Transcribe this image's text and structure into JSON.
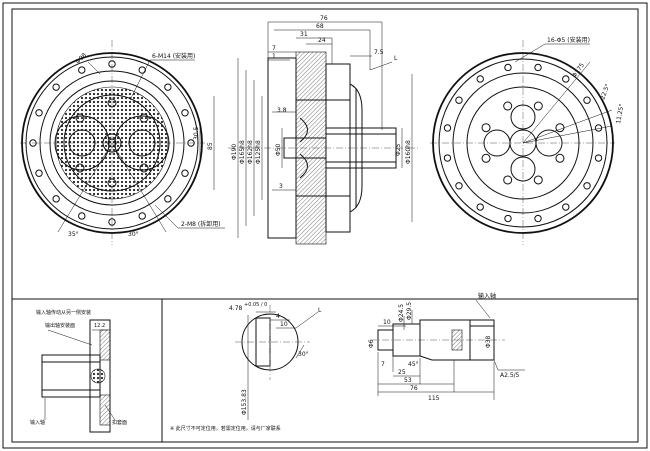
{
  "front_view": {
    "hole_label": "6-M14 (安装用)",
    "dia_label": "Φ98",
    "angle_left": "35°",
    "angle_right": "30°",
    "dim_30_5": "30.5",
    "dim_85": "85",
    "bottom_label": "2-M8 (拆卸用)"
  },
  "side_view": {
    "top_dims": [
      "76",
      "68",
      "31",
      "24",
      "7",
      "1",
      "7.5"
    ],
    "mid_dims": [
      "3.8",
      "3"
    ],
    "vertical_dims": [
      "Φ190",
      "Φ165h8",
      "Φ162h8",
      "Φ125h8",
      "Φ50",
      "Φ25",
      "Φ160h8"
    ],
    "leader": "L"
  },
  "rear_view": {
    "hole_label": "16-Φ5 (安装用)",
    "dia_label": "Φ175",
    "angle_1": "22.5°",
    "angle_2": "11.25°"
  },
  "inset_box": {
    "title": "输入轴传动从另一侧安装",
    "label_2": "输出轴安装面",
    "dim": "12.2",
    "input_label": "输入轴",
    "bottom_label": "扣套面"
  },
  "detail_view": {
    "dim_top": "4.78",
    "tol": "+0.05 / 0",
    "dims": [
      "4",
      "10",
      "30°"
    ],
    "leader": "L",
    "dia": "Φ153.83",
    "note": "※ 此尺寸不可定位用，若需定位用，请与厂家联系"
  },
  "shaft_view": {
    "input_label": "输入轴",
    "dia_dims": [
      "Φ6",
      "Φ24.5",
      "Φ29.5",
      "Φ38"
    ],
    "len_dims": [
      "10",
      "7",
      "25",
      "53",
      "76",
      "115"
    ],
    "angle": "45°",
    "center_hole": "A2.5/5"
  }
}
